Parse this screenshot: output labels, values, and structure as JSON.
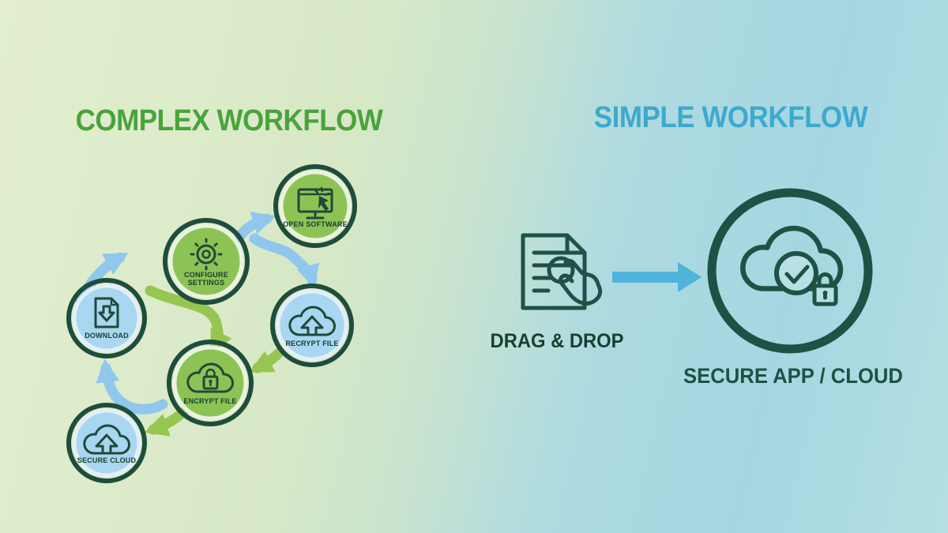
{
  "left": {
    "title": "COMPLEX WORKFLOW",
    "nodes": [
      {
        "label": "DOWNLOAD",
        "icon": "download-file-icon",
        "fill": "blue"
      },
      {
        "label": "CONFIGURE SETTINGS",
        "icon": "gear-icon",
        "fill": "green"
      },
      {
        "label": "OPEN SOFTWARE",
        "icon": "software-cursor-icon",
        "fill": "green"
      },
      {
        "label": "RECRYPT FILE",
        "icon": "cloud-upload-icon",
        "fill": "blue"
      },
      {
        "label": "ENCRYPT FILE",
        "icon": "cloud-lock-icon",
        "fill": "green"
      },
      {
        "label": "SECURE CLOUD",
        "icon": "cloud-upload-icon",
        "fill": "blue"
      }
    ]
  },
  "right": {
    "title": "SIMPLE WORKFLOW",
    "drag_drop_label": "DRAG & DROP",
    "destination_label": "SECURE APP / CLOUD",
    "icons": [
      "document-touch-icon",
      "arrow-right-icon",
      "secure-cloud-check-lock-icon"
    ]
  },
  "colors": {
    "title_green": "#49a33b",
    "title_blue": "#3ea9cd",
    "ring_dark": "#1f4d3b",
    "ring_pale": "#e9f3e0",
    "ring_pale_b": "#e2f0f5",
    "node_green": "#8dc355",
    "node_blue": "#a9d6f0",
    "icon_dark": "#1f4a39",
    "label_dark": "#17402f",
    "arrow_blue": "#8fc8ec",
    "arrow_green": "#95c64f",
    "simple_arrow_blue": "#4fb3da",
    "dark_teal": "#1d5245",
    "bg_left": "#e3efcf",
    "bg_right": "#a5d7e2"
  }
}
